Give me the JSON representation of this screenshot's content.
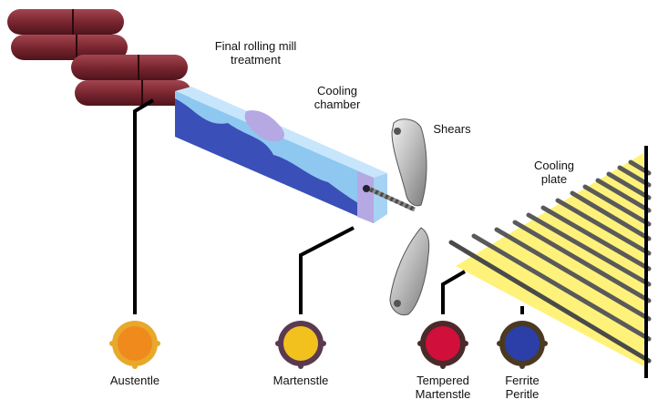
{
  "labels": {
    "rolling_mill": "Final rolling mill\ntreatment",
    "cooling_chamber": "Cooling\nchamber",
    "shears": "Shears",
    "cooling_plate": "Cooling\nplate"
  },
  "phases": [
    {
      "label": "Austentle",
      "color": "#f08a1c",
      "ring": "#e8a82a"
    },
    {
      "label": "Martenstle",
      "color": "#f2c11e",
      "ring": "#5a3a50"
    },
    {
      "label": "Tempered\nMartenstle",
      "color": "#d0103a",
      "ring": "#4a2a2a"
    },
    {
      "label": "Ferrite\nPeritle",
      "color": "#2c3fa8",
      "ring": "#4a3a22"
    }
  ],
  "colors": {
    "roller": "#7a2630",
    "chamber": "#8ec8f0",
    "chamber_dark": "#3a4fb8",
    "plate": "#fff27a",
    "rebar": "#6a6a6a"
  }
}
